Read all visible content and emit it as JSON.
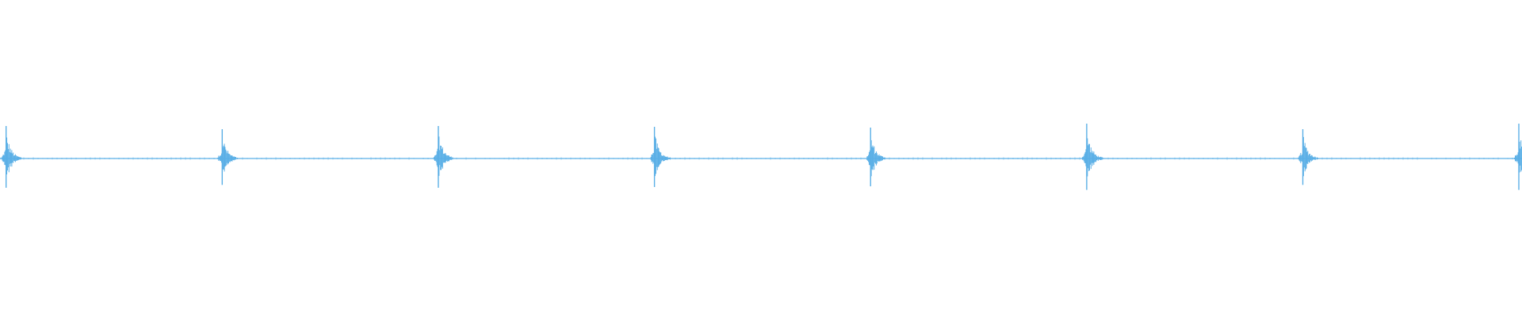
{
  "waveform": {
    "color": "#5aafe6",
    "background": "#ffffff",
    "peaks": [
      {
        "time_fraction": 0.004,
        "amplitude": 0.82
      },
      {
        "time_fraction": 0.146,
        "amplitude": 0.74
      },
      {
        "time_fraction": 0.288,
        "amplitude": 0.82
      },
      {
        "time_fraction": 0.43,
        "amplitude": 0.8
      },
      {
        "time_fraction": 0.572,
        "amplitude": 0.78
      },
      {
        "time_fraction": 0.714,
        "amplitude": 0.88
      },
      {
        "time_fraction": 0.856,
        "amplitude": 0.74
      },
      {
        "time_fraction": 0.998,
        "amplitude": 0.88
      }
    ]
  }
}
